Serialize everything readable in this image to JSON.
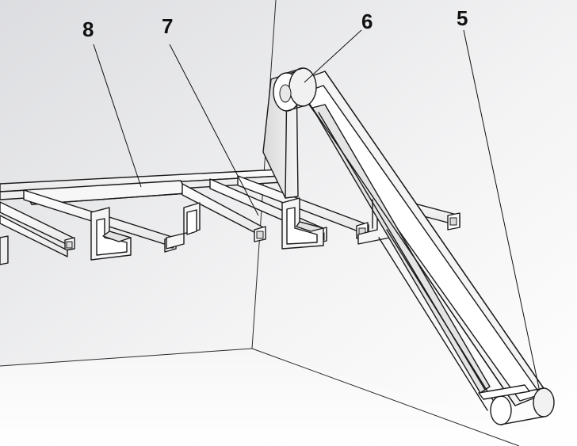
{
  "callouts": [
    {
      "id": "8",
      "label": "8"
    },
    {
      "id": "7",
      "label": "7"
    },
    {
      "id": "6",
      "label": "6"
    },
    {
      "id": "5",
      "label": "5"
    }
  ]
}
